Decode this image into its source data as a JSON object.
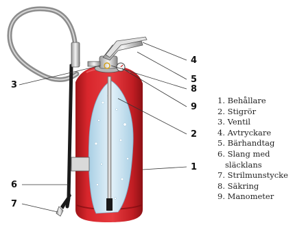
{
  "diagram": {
    "callouts": [
      "1",
      "2",
      "3",
      "4",
      "5",
      "6",
      "7",
      "8",
      "9"
    ],
    "legend": [
      "1. Behållare",
      "2. Stigrör",
      "3. Ventil",
      "4. Avtryckare",
      "5. Bärhandtag",
      "6. Slang med",
      "släcklans",
      "7. Strilmunstycke",
      "8. Säkring",
      "9. Manometer"
    ]
  },
  "colors": {
    "body_red": "#d8262c",
    "body_dark_red": "#9e1418",
    "water": "#c9e3f1",
    "hose_gray": "#8c8c8c",
    "hose_black": "#1a1a1a"
  }
}
